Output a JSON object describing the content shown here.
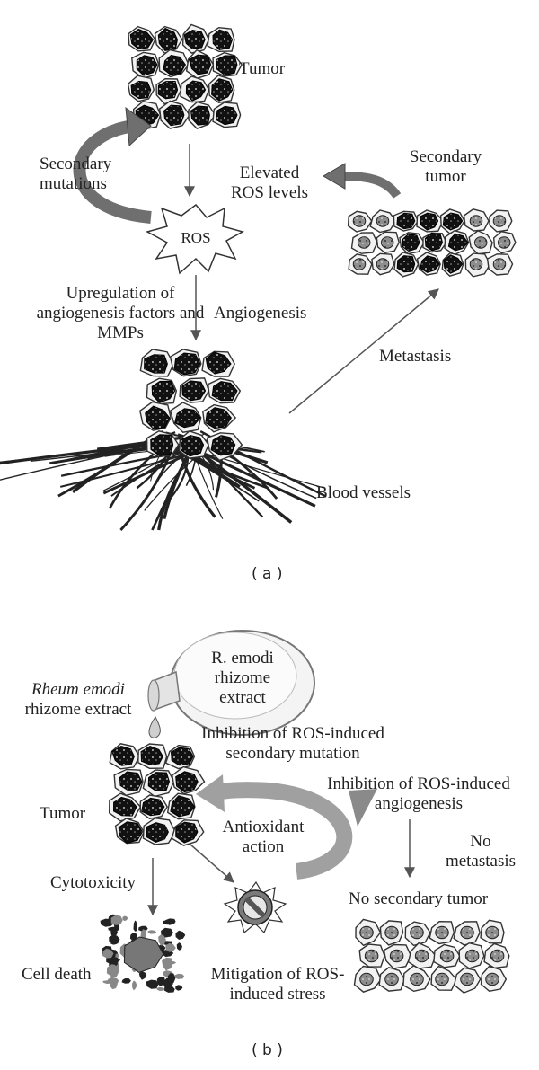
{
  "panel_a": {
    "tumor": "Tumor",
    "secondary_mutations": "Secondary mutations",
    "ros": "ROS",
    "elevated_ros": "Elevated ROS levels",
    "secondary_tumor": "Secondary tumor",
    "upregulation": "Upregulation of angiogenesis factors and MMPs",
    "angiogenesis": "Angiogenesis",
    "metastasis": "Metastasis",
    "blood_vessels": "Blood vessels",
    "caption": "( a )"
  },
  "panel_b": {
    "extract_species": "Rheum emodi",
    "extract_rest": "rhizome extract",
    "flask_species": "R. emodi",
    "flask_rest": "rhizome extract",
    "inhibit_mutation": "Inhibition of ROS-induced secondary mutation",
    "inhibit_angio": "Inhibition of ROS-induced angiogenesis",
    "tumor": "Tumor",
    "antioxidant": "Antioxidant action",
    "no_metastasis": "No metastasis",
    "cytotoxicity": "Cytotoxicity",
    "no_secondary_tumor": "No secondary tumor",
    "cell_death": "Cell death",
    "mitigation": "Mitigation of ROS-induced stress",
    "caption": "( b )"
  },
  "colors": {
    "ink": "#222222",
    "arrow_fill": "#6f6f6f",
    "arrow_light": "#9a9a9a",
    "cell_dark": "#1a1a1a",
    "cell_light": "#e8e8e8"
  }
}
